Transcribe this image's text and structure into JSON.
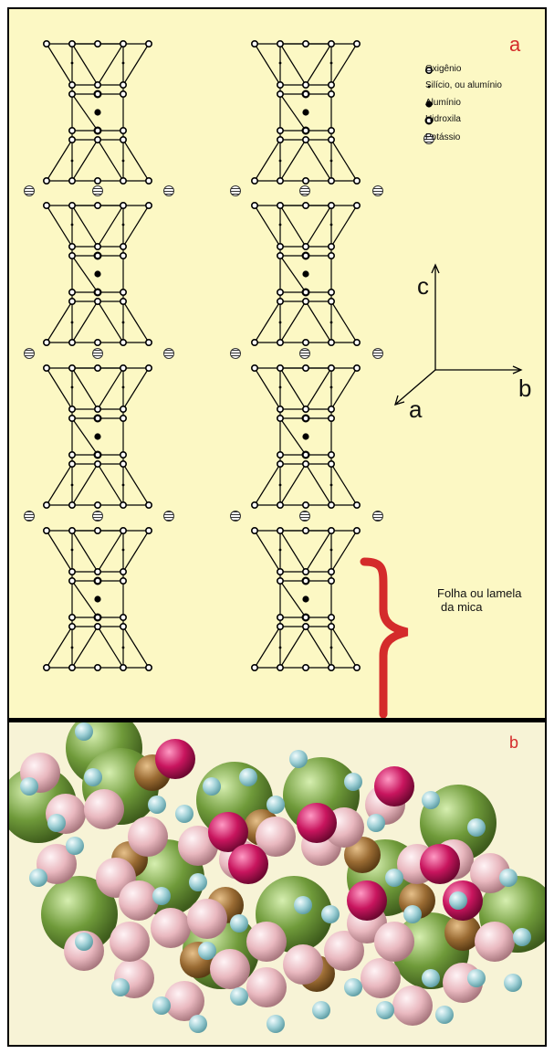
{
  "panel_a": {
    "label": "a",
    "legend": [
      {
        "text": "Oxigênio",
        "symbol": "open-circle"
      },
      {
        "text": "Silício, ou alumínio",
        "symbol": "small-dot"
      },
      {
        "text": "Alumínio",
        "symbol": "filled-circle"
      },
      {
        "text": "Hidroxila",
        "symbol": "open-circle-bold"
      },
      {
        "text": "Potássio",
        "symbol": "hatched-circle"
      }
    ],
    "axes": {
      "c": "c",
      "b": "b",
      "a": "a"
    },
    "annotation_line1": "Folha ou lamela",
    "annotation_line2": "da mica",
    "colors": {
      "background": "#fcf8c4",
      "bracket": "#d42b2b"
    }
  },
  "panel_b": {
    "label": "b",
    "colors": {
      "potassium": "#6f9a3a",
      "aluminium": "#c8155e",
      "oxygen": "#e9b8bf",
      "silicon": "#9a6b33",
      "hydrogen": "#9fd0d6"
    }
  }
}
